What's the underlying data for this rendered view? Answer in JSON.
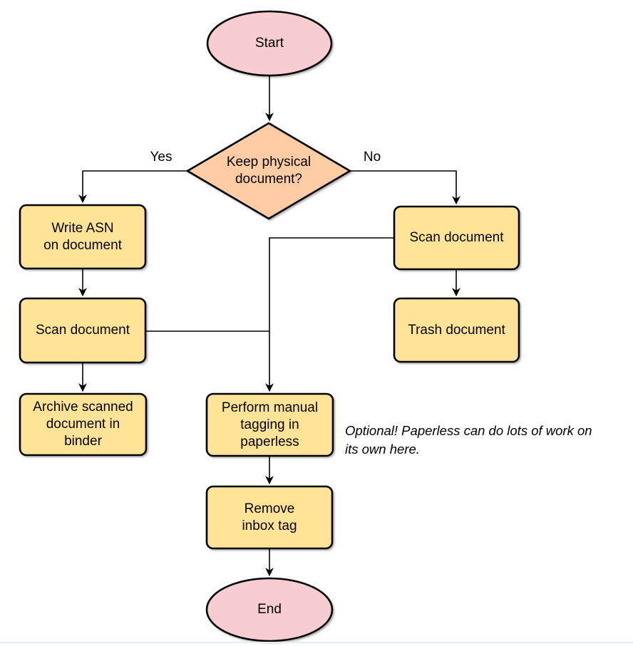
{
  "colors": {
    "terminal_fill": "#F8CDD2",
    "decision_fill": "#FFCCA4",
    "process_fill": "#FFE396",
    "stroke": "#000000"
  },
  "nodes": {
    "start": {
      "label": "Start"
    },
    "decision": {
      "label": "Keep physical\ndocument?"
    },
    "write_asn": {
      "label": "Write ASN\non document"
    },
    "scan_left": {
      "label": "Scan document"
    },
    "archive": {
      "label": "Archive scanned\ndocument in\nbinder"
    },
    "scan_right": {
      "label": "Scan document"
    },
    "trash": {
      "label": "Trash document"
    },
    "tagging": {
      "label": "Perform manual\ntagging in\npaperless"
    },
    "remove_inbox": {
      "label": "Remove\ninbox tag"
    },
    "end": {
      "label": "End"
    }
  },
  "edge_labels": {
    "yes": "Yes",
    "no": "No"
  },
  "note": {
    "text": "Optional! Paperless can do lots of work on\nits own here."
  }
}
